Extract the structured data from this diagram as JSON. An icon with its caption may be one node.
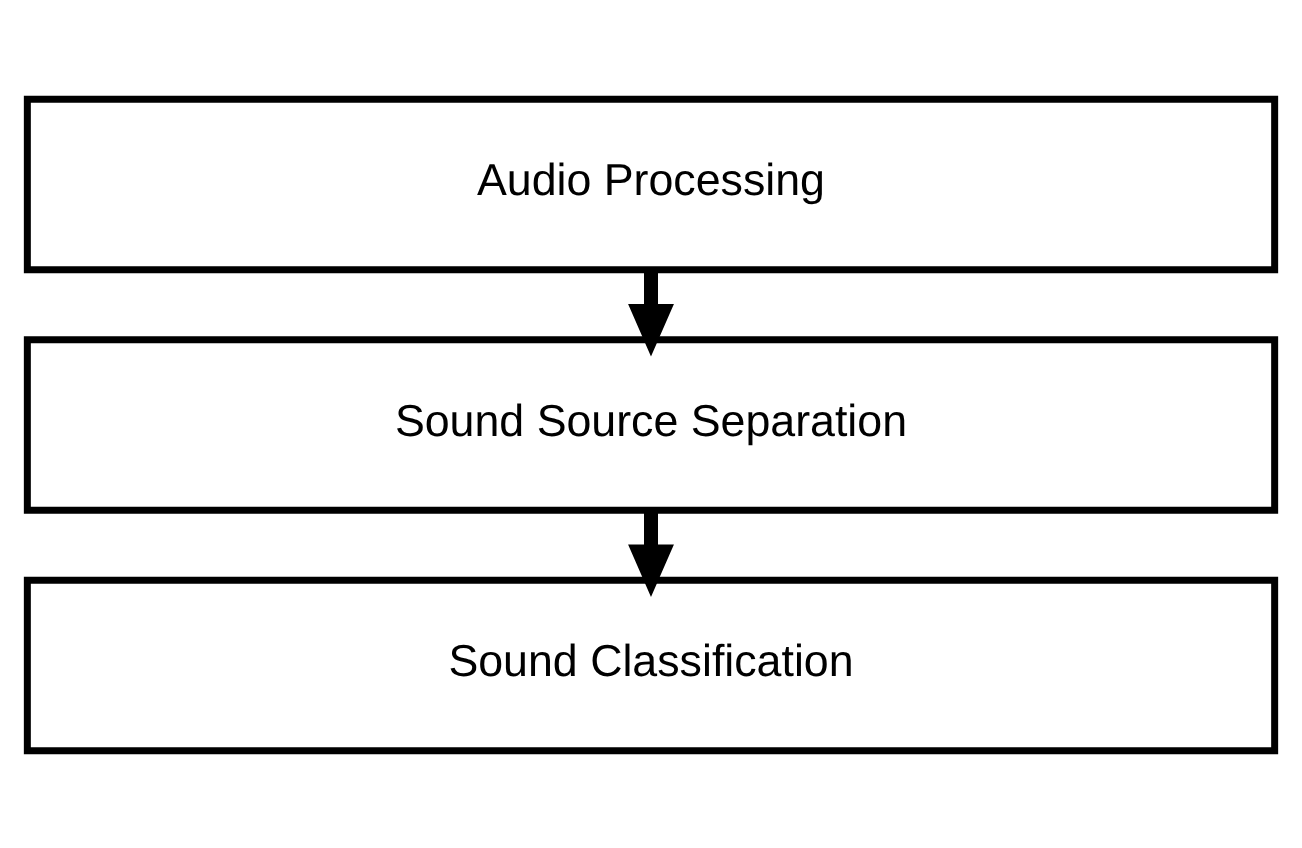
{
  "diagram": {
    "nodes": [
      {
        "text": [
          "Audio Processing"
        ]
      },
      {
        "text": [
          "Sound Source Separation"
        ]
      },
      {
        "text": [
          "Sound Classification"
        ]
      }
    ],
    "edges": [
      {
        "from": 0,
        "to": 1,
        "arrow": "to"
      },
      {
        "from": 1,
        "to": 2,
        "arrow": "to"
      }
    ]
  }
}
